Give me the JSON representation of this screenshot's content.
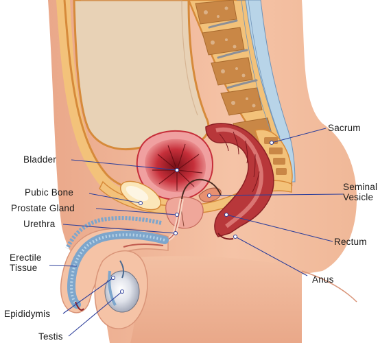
{
  "labels": {
    "bladder": "Bladder",
    "pubic_bone": "Pubic Bone",
    "prostate_gland": "Prostate Gland",
    "urethra": "Urethra",
    "erectile_tissue_line1": "Erectile",
    "erectile_tissue_line2": "Tissue",
    "epididymis": "Epididymis",
    "testis": "Testis",
    "sacrum": "Sacrum",
    "seminal_vesicle_line1": "Seminal",
    "seminal_vesicle_line2": "Vesicle",
    "rectum": "Rectum",
    "anus": "Anus"
  },
  "colors": {
    "skin": "#f0b89a",
    "skin_light": "#f6cdb4",
    "fat_yellow": "#f3c27a",
    "bone_orange": "#d68a3a",
    "bone_spongy": "#c98746",
    "cavity": "#e8d2b6",
    "bladder_red": "#d8414a",
    "bladder_pink": "#f0a0a0",
    "rectum_red": "#b8373a",
    "spinal_blue": "#b8d4e8",
    "erectile_blue": "#7da6cc",
    "testis_grey": "#c9cdd8",
    "leader_line": "#2c3e9a"
  }
}
